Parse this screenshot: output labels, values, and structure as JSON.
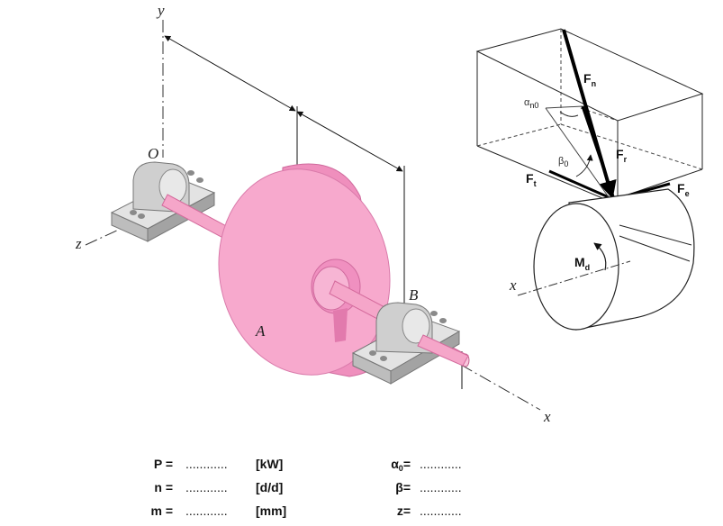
{
  "shaft_labels": {
    "y": "y",
    "z": "z",
    "x_axis": "x",
    "O": "O",
    "A": "A",
    "B": "B"
  },
  "force_labels": {
    "Fn_main": "F",
    "Fn_sub": "n",
    "Fr_main": "F",
    "Fr_sub": "r",
    "Ft_main": "F",
    "Ft_sub": "t",
    "Fe_main": "F",
    "Fe_sub": "e",
    "Md_main": "M",
    "Md_sub": "d",
    "alpha_main": "α",
    "alpha_sub": "n0",
    "beta_main": "β",
    "beta_sub": "0",
    "x_axis": "x"
  },
  "parameters": [
    {
      "label": "P =",
      "dots": "............",
      "unit": "[kW]"
    },
    {
      "label": "n =",
      "dots": "............",
      "unit": "[d/d]"
    },
    {
      "label": "m =",
      "dots": "............",
      "unit": "[mm]"
    }
  ],
  "parameters_right": [
    {
      "label_main": "α",
      "label_sub": "0",
      "label_end": "=",
      "dots": "............"
    },
    {
      "label_main": "β",
      "label_sub": "",
      "label_end": "=",
      "dots": "............"
    },
    {
      "label_main": "z",
      "label_sub": "",
      "label_end": "=",
      "dots": "............"
    }
  ],
  "colors": {
    "disk_face": "#f7a9cd",
    "disk_rim": "#ef8fbd",
    "disk_dark": "#e27aad",
    "shaft": "#f5a6c9",
    "bearing_light": "#e6e6e6",
    "bearing_mid": "#c8c8c8",
    "bearing_dark": "#9a9a9a"
  }
}
